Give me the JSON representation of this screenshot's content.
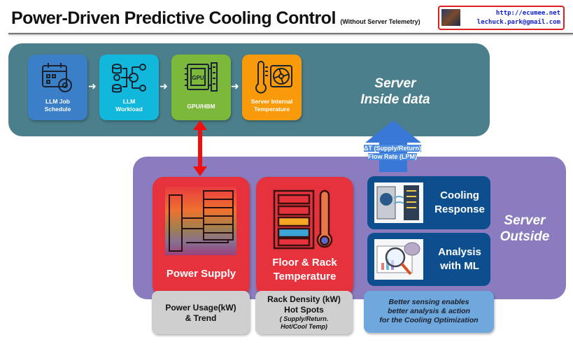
{
  "header": {
    "title": "Power-Driven Predictive Cooling Control",
    "subtitle": "(Without Server Telemetry)",
    "contact_url": "http://ecumee.net",
    "contact_email": "lechuck.park@gmail.com"
  },
  "server_inside": {
    "label_line1": "Server",
    "label_line2": "Inside data",
    "steps": [
      {
        "label_line1": "LLM Job",
        "label_line2": "Schedule",
        "icon": "calendar-gear-icon",
        "color": "#3a7fc8"
      },
      {
        "label_line1": "LLM",
        "label_line2": "Workload",
        "icon": "data-flow-icon",
        "color": "#12b8dc"
      },
      {
        "label_line1": "GPU/HBM",
        "label_line2": "",
        "icon": "gpu-chip-icon",
        "chip_text": "GPU",
        "color": "#7cb83a"
      },
      {
        "label_line1": "Server Internal",
        "label_line2": "Temperature",
        "icon": "thermometer-fan-icon",
        "color": "#f99a0a"
      }
    ]
  },
  "arrow_label": {
    "line1": "ΔT (Supply/Return)",
    "line2": "Flow Rate (LPM)"
  },
  "server_outside": {
    "label_line1": "Server",
    "label_line2": "Outside",
    "power": {
      "label": "Power Supply",
      "note_line1": "Power Usage(kW)",
      "note_line2": "& Trend"
    },
    "floor": {
      "label_line1": "Floor & Rack",
      "label_line2": "Temperature",
      "note_line1": "Rack Density (kW)",
      "note_line2": "Hot Spots",
      "note_line3": "( Supply/Return.",
      "note_line4": "Hot/Cool Temp)"
    },
    "cooling": {
      "label_line1": "Cooling",
      "label_line2": "Response"
    },
    "analysis": {
      "label_line1": "Analysis",
      "label_line2": "with ML"
    },
    "summary": {
      "line1": "Better sensing enables",
      "line2": "better analysis & action",
      "line3": "for the Cooling Optimization"
    }
  }
}
